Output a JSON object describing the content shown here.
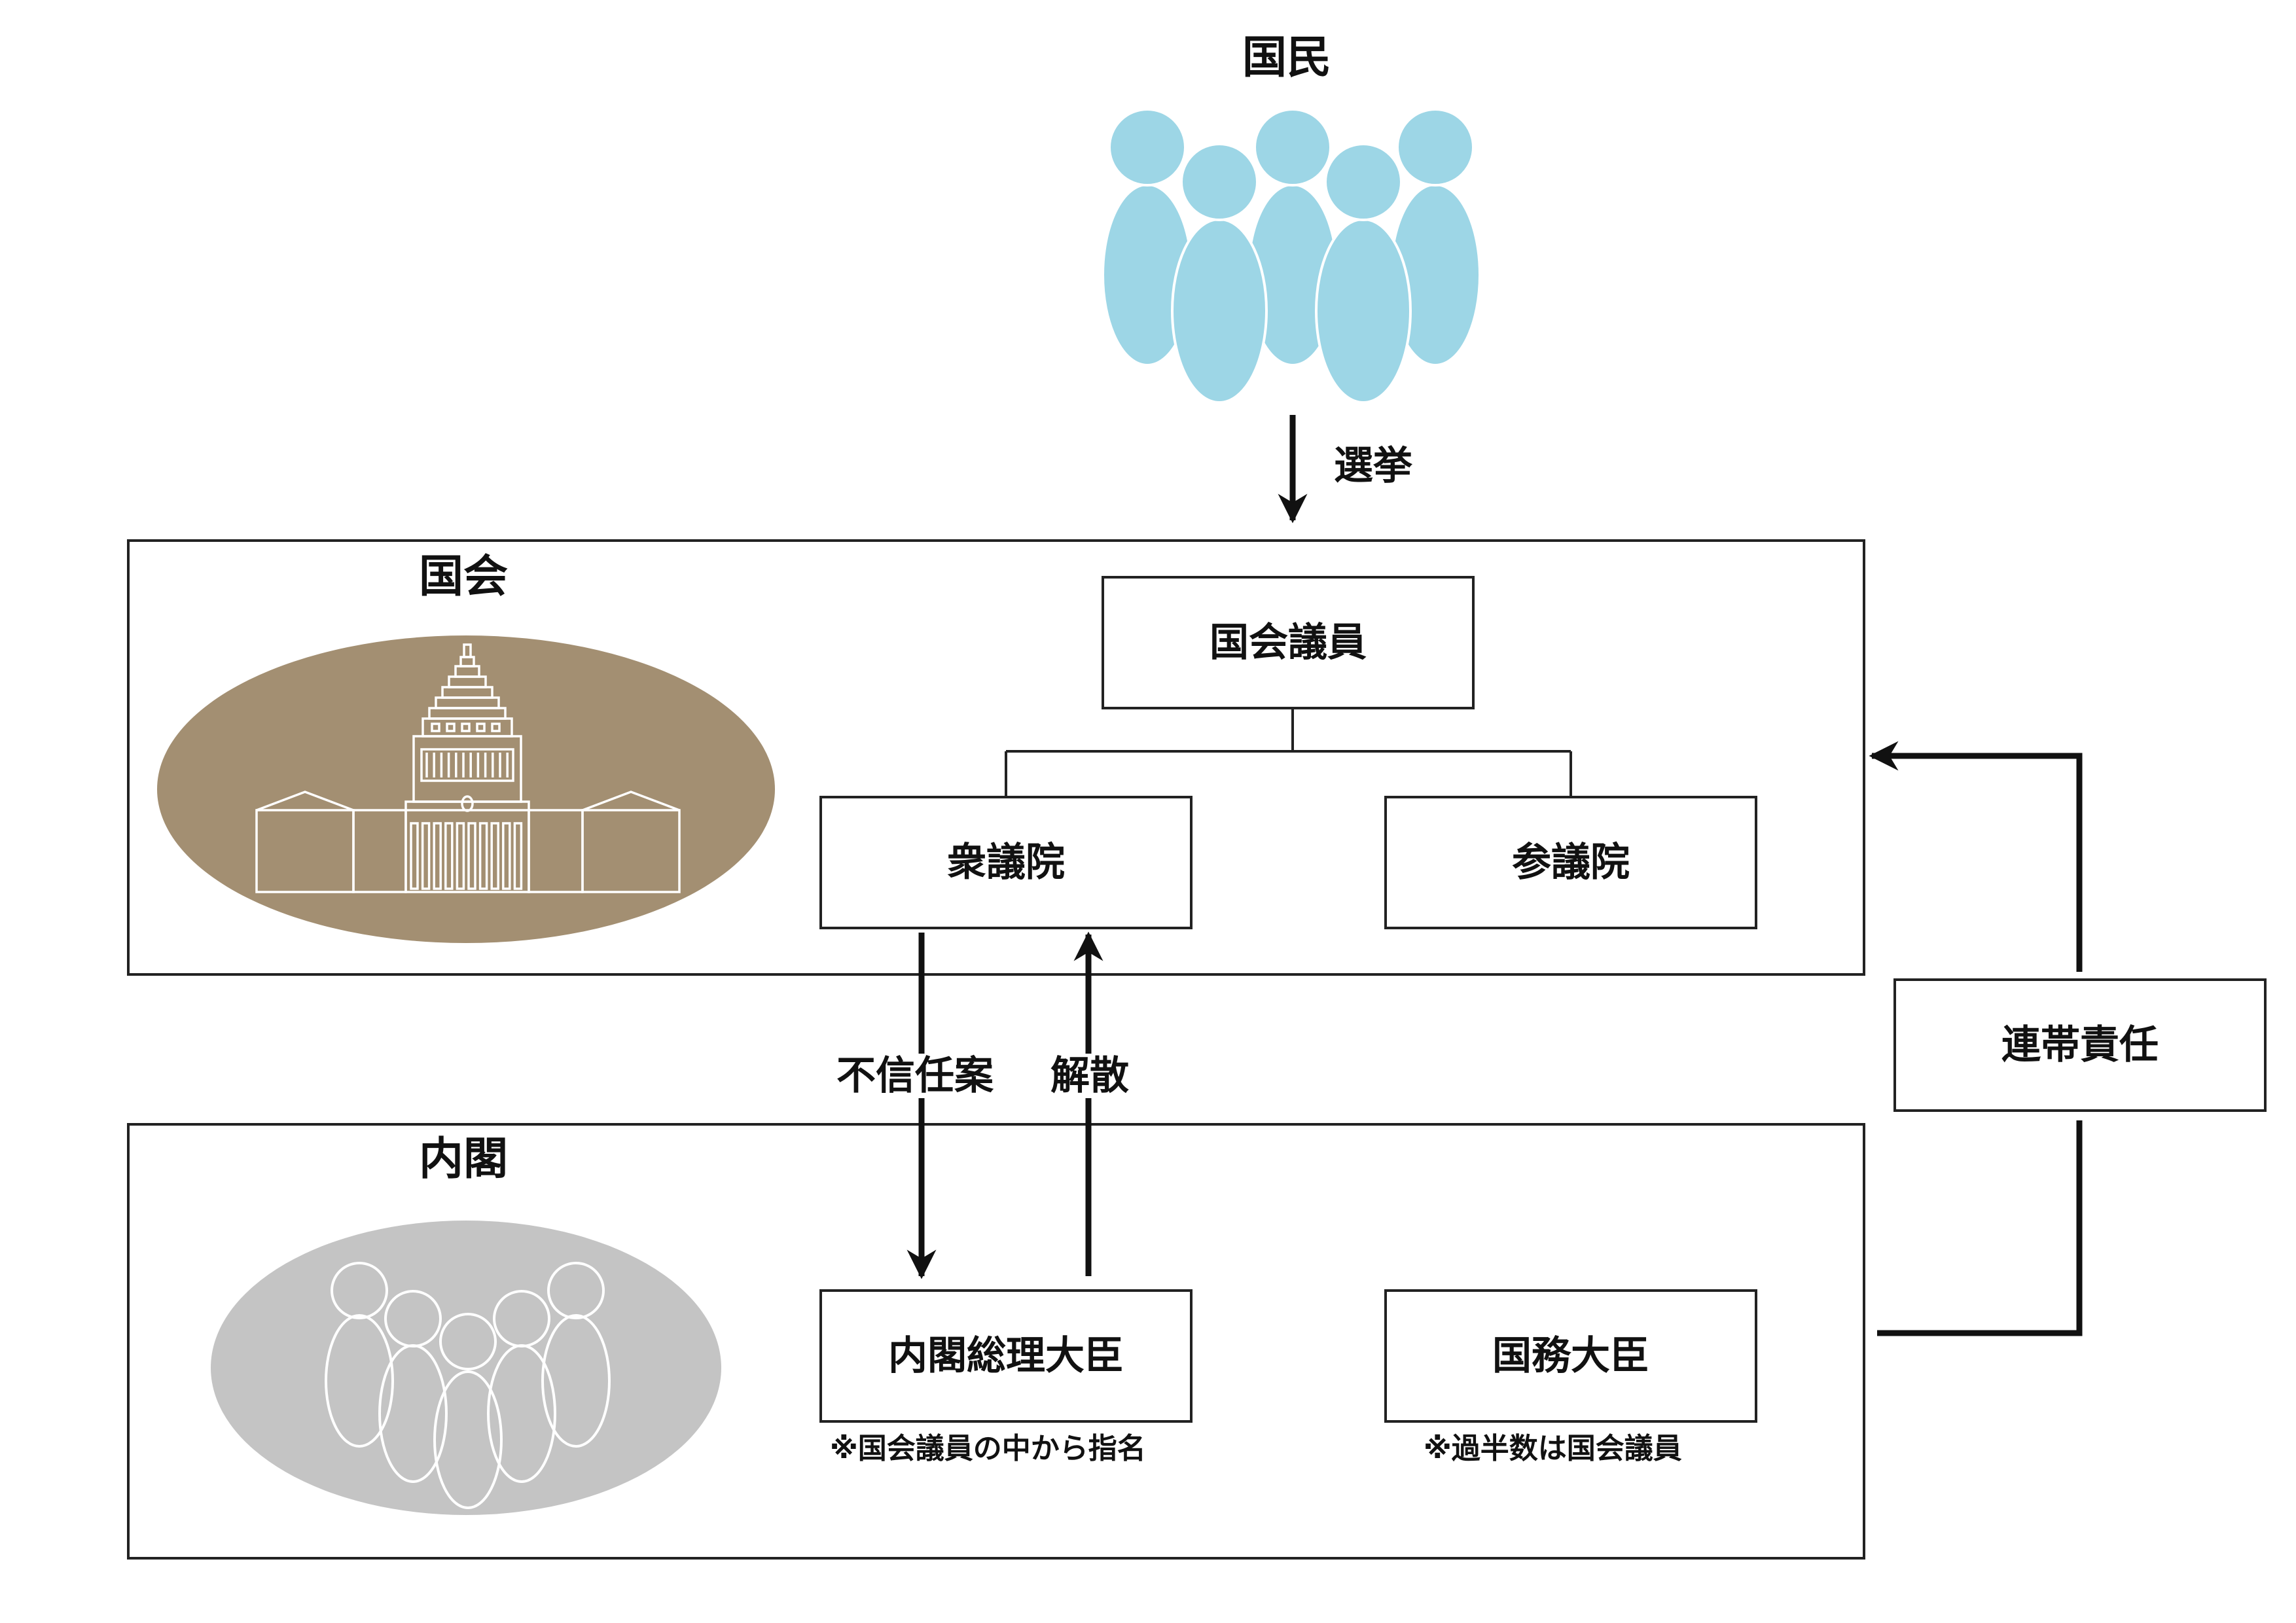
{
  "diagram": {
    "people": {
      "label": "国民",
      "color": "#9dd6e6"
    },
    "election": {
      "label": "選挙"
    },
    "diet": {
      "label": "国会",
      "building_ellipse_color": "#a38f72",
      "members": "国会議員",
      "lower_house": "衆議院",
      "upper_house": "参議院"
    },
    "no_confidence": {
      "label": "不信任案"
    },
    "dissolution": {
      "label": "解散"
    },
    "joint_responsibility": {
      "label": "連帯責任"
    },
    "cabinet": {
      "label": "内閣",
      "people_ellipse_color": "#c4c4c4",
      "prime_minister": "内閣総理大臣",
      "prime_minister_note": "※国会議員の中から指名",
      "ministers": "国務大臣",
      "ministers_note": "※過半数は国会議員"
    }
  }
}
